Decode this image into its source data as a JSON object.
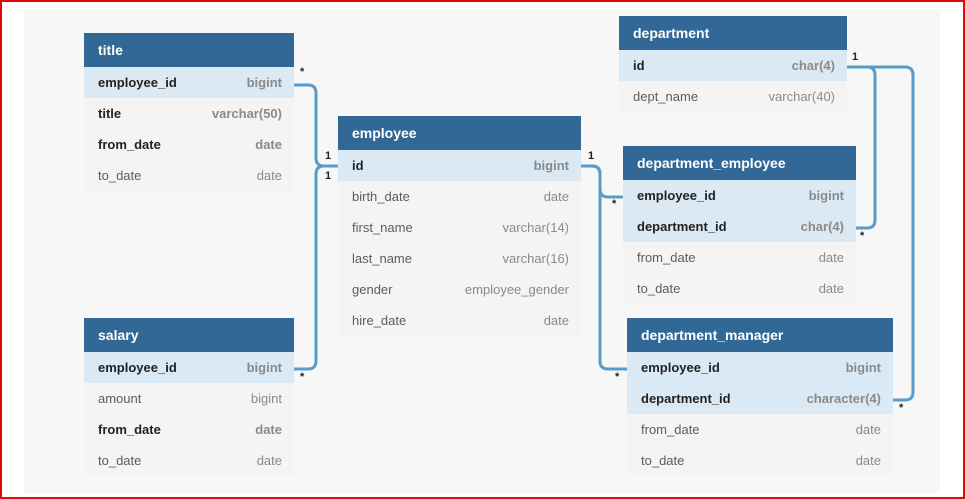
{
  "tables": [
    {
      "id": "title",
      "name": "title",
      "fields": [
        {
          "name": "employee_id",
          "type": "bigint",
          "bold": true,
          "key": true
        },
        {
          "name": "title",
          "type": "varchar(50)",
          "bold": true,
          "key": false
        },
        {
          "name": "from_date",
          "type": "date",
          "bold": true,
          "key": false
        },
        {
          "name": "to_date",
          "type": "date",
          "bold": false,
          "key": false
        }
      ]
    },
    {
      "id": "salary",
      "name": "salary",
      "fields": [
        {
          "name": "employee_id",
          "type": "bigint",
          "bold": true,
          "key": true
        },
        {
          "name": "amount",
          "type": "bigint",
          "bold": false,
          "key": false
        },
        {
          "name": "from_date",
          "type": "date",
          "bold": true,
          "key": false
        },
        {
          "name": "to_date",
          "type": "date",
          "bold": false,
          "key": false
        }
      ]
    },
    {
      "id": "employee",
      "name": "employee",
      "fields": [
        {
          "name": "id",
          "type": "bigint",
          "bold": true,
          "key": true
        },
        {
          "name": "birth_date",
          "type": "date",
          "bold": false,
          "key": false
        },
        {
          "name": "first_name",
          "type": "varchar(14)",
          "bold": false,
          "key": false
        },
        {
          "name": "last_name",
          "type": "varchar(16)",
          "bold": false,
          "key": false
        },
        {
          "name": "gender",
          "type": "employee_gender",
          "bold": false,
          "key": false
        },
        {
          "name": "hire_date",
          "type": "date",
          "bold": false,
          "key": false
        }
      ]
    },
    {
      "id": "department",
      "name": "department",
      "fields": [
        {
          "name": "id",
          "type": "char(4)",
          "bold": true,
          "key": true
        },
        {
          "name": "dept_name",
          "type": "varchar(40)",
          "bold": false,
          "key": false
        }
      ]
    },
    {
      "id": "department_employee",
      "name": "department_employee",
      "fields": [
        {
          "name": "employee_id",
          "type": "bigint",
          "bold": true,
          "key": true
        },
        {
          "name": "department_id",
          "type": "char(4)",
          "bold": true,
          "key": true
        },
        {
          "name": "from_date",
          "type": "date",
          "bold": false,
          "key": false
        },
        {
          "name": "to_date",
          "type": "date",
          "bold": false,
          "key": false
        }
      ]
    },
    {
      "id": "department_manager",
      "name": "department_manager",
      "fields": [
        {
          "name": "employee_id",
          "type": "bigint",
          "bold": true,
          "key": true
        },
        {
          "name": "department_id",
          "type": "character(4)",
          "bold": true,
          "key": true
        },
        {
          "name": "from_date",
          "type": "date",
          "bold": false,
          "key": false
        },
        {
          "name": "to_date",
          "type": "date",
          "bold": false,
          "key": false
        }
      ]
    }
  ],
  "relationships": [
    {
      "from": "title.employee_id",
      "to": "employee.id",
      "from_card": "*",
      "to_card": "1"
    },
    {
      "from": "salary.employee_id",
      "to": "employee.id",
      "from_card": "*",
      "to_card": "1"
    },
    {
      "from": "department_employee.employee_id",
      "to": "employee.id",
      "from_card": "*",
      "to_card": "1"
    },
    {
      "from": "department_manager.employee_id",
      "to": "employee.id",
      "from_card": "*",
      "to_card": ""
    },
    {
      "from": "department_employee.department_id",
      "to": "department.id",
      "from_card": "*",
      "to_card": "1"
    },
    {
      "from": "department_manager.department_id",
      "to": "department.id",
      "from_card": "*",
      "to_card": ""
    }
  ],
  "colors": {
    "header": "#316896",
    "key_row": "#dbe9f4",
    "row": "#f4f4f4",
    "link": "#5b9bc9",
    "frame": "#e10a0a"
  }
}
